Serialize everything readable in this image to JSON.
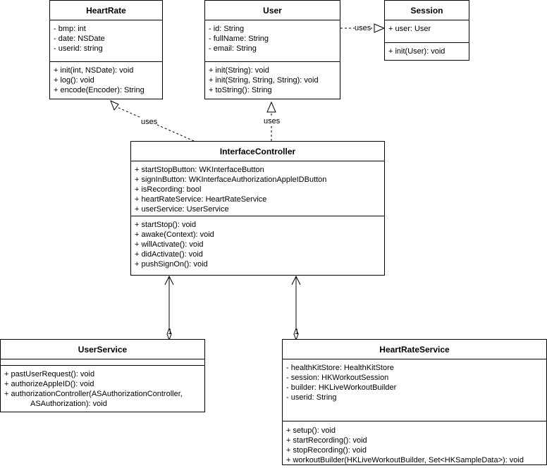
{
  "classes": {
    "heartrate": {
      "name": "HeartRate",
      "attributes": [
        "- bmp: int",
        "- date: NSDate",
        "- userid: string"
      ],
      "methods": [
        "+ init(int, NSDate): void",
        "+ log(): void",
        "+ encode(Encoder): String"
      ]
    },
    "user": {
      "name": "User",
      "attributes": [
        "- id: String",
        "- fullName: String",
        "- email: String"
      ],
      "methods": [
        "+ init(String): void",
        "+ init(String, String, String): void",
        "+ toString(): String"
      ]
    },
    "session": {
      "name": "Session",
      "attributes": [
        "+ user: User"
      ],
      "methods": [
        "+ init(User): void"
      ]
    },
    "interfacecontroller": {
      "name": "InterfaceController",
      "attributes": [
        "+ startStopButton: WKInterfaceButton",
        "+ signInButton: WKInterfaceAuthorizationAppleIDButton",
        "+ isRecording: bool",
        "+ heartRateService: HeartRateService",
        "+ userService: UserService"
      ],
      "methods": [
        "+ startStop(): void",
        "+ awake(Context): void",
        "+ willActivate(): void",
        "+ didActivate(): void",
        "+ pushSignOn(): void"
      ]
    },
    "userservice": {
      "name": "UserService",
      "attributes": [],
      "methods": [
        "+ pastUserRequest(): void",
        "+ authorizeAppleID(): void",
        "+ authorizationController(ASAuthorizationController,",
        "ASAuthorization): void"
      ]
    },
    "heartrateservice": {
      "name": "HeartRateService",
      "attributes": [
        "- healthKitStore: HealthKitStore",
        "- session: HKWorkoutSession",
        "- builder: HKLiveWorkoutBuilder",
        "- userid: String"
      ],
      "methods": [
        "+ setup(): void",
        "+ startRecording(): void",
        "+ stopRecording(): void",
        "+ workoutBuilder(HKLiveWorkoutBuilder, Set<HKSampleData>): void"
      ]
    }
  },
  "relations": {
    "heartrate_uses": "uses",
    "user_uses": "uses",
    "session_uses": "uses",
    "userservice_multiplicity": "1",
    "heartrateservice_multiplicity": "1"
  }
}
